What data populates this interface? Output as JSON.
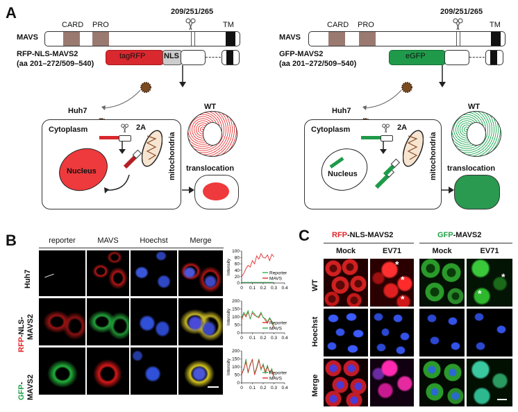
{
  "panel_labels": {
    "a": "A",
    "b": "B",
    "c": "C"
  },
  "panelA": {
    "left": {
      "site_label": "209/251/265",
      "mavs_label": "MAVS",
      "card_label": "CARD",
      "pro_label": "PRO",
      "tm_label": "TM",
      "construct_name": "RFP-NLS-MAVS2",
      "construct_range": "(aa 201–272/509–540)",
      "fp_label": "tagRFP",
      "nls_label": "NLS",
      "cell_line": "Huh7",
      "cytoplasm": "Cytoplasm",
      "cleave_label": "2A",
      "mito_label": "mitochondria",
      "nucleus": "Nucleus",
      "wt_label": "WT",
      "transloc_label": "translocation",
      "fp_color": "#d9282e"
    },
    "right": {
      "site_label": "209/251/265",
      "mavs_label": "MAVS",
      "card_label": "CARD",
      "pro_label": "PRO",
      "tm_label": "TM",
      "construct_name": "GFP-MAVS2",
      "construct_range": "(aa 201–272/509–540)",
      "fp_label": "eGFP",
      "cell_line": "Huh7",
      "cytoplasm": "Cytoplasm",
      "cleave_label": "2A",
      "mito_label": "mitochondria",
      "nucleus": "Nucleus",
      "wt_label": "WT",
      "transloc_label": "translocation",
      "fp_color": "#1f9a4a"
    }
  },
  "panelB": {
    "columns": [
      "reporter",
      "MAVS",
      "Hoechst",
      "Merge"
    ],
    "rows": [
      {
        "label": "Huh7",
        "label_prefix": "",
        "label_suffix": "Huh7"
      },
      {
        "label": "RFP-NLS-MAVS2",
        "label_prefix": "RFP",
        "label_suffix": "-NLS-",
        "label_line2": "MAVS2"
      },
      {
        "label": "GFP-MAVS2",
        "label_prefix": "GFP",
        "label_suffix": "-",
        "label_line2": "MAVS2"
      }
    ],
    "charts": [
      {
        "chart_data": {
          "type": "line",
          "ylabel": "Intensity",
          "xticks": [
            "0",
            "0.1",
            "0.2",
            "0.3",
            "0.4"
          ],
          "yticks": [
            "0",
            "20",
            "40",
            "60",
            "80",
            "100"
          ],
          "xlim": [
            0,
            0.4
          ],
          "ylim": [
            0,
            100
          ],
          "legend": [
            "Reporter",
            "MAVS"
          ],
          "series": [
            {
              "name": "Reporter",
              "color": "#2ab24b",
              "x": [
                0,
                0.03,
                0.06,
                0.09,
                0.12,
                0.15,
                0.18,
                0.21,
                0.24,
                0.27,
                0.3
              ],
              "y": [
                2,
                2,
                2,
                2,
                2,
                2,
                2,
                2,
                2,
                2,
                2
              ]
            },
            {
              "name": "MAVS",
              "color": "#e02a2a",
              "x": [
                0,
                0.02,
                0.04,
                0.06,
                0.08,
                0.1,
                0.12,
                0.14,
                0.16,
                0.18,
                0.2,
                0.22,
                0.24,
                0.26,
                0.28,
                0.3
              ],
              "y": [
                20,
                30,
                45,
                55,
                50,
                70,
                60,
                85,
                75,
                92,
                80,
                78,
                88,
                70,
                90,
                82
              ]
            }
          ]
        }
      },
      {
        "chart_data": {
          "type": "line",
          "ylabel": "Intensity",
          "xticks": [
            "0",
            "0.1",
            "0.2",
            "0.3",
            "0.4"
          ],
          "yticks": [
            "0",
            "50",
            "100",
            "150",
            "200"
          ],
          "xlim": [
            0,
            0.4
          ],
          "ylim": [
            0,
            200
          ],
          "legend": [
            "Reporter",
            "MAVS"
          ],
          "series": [
            {
              "name": "Reporter",
              "color": "#e02a2a",
              "x": [
                0,
                0.02,
                0.04,
                0.06,
                0.08,
                0.1,
                0.12,
                0.14,
                0.16,
                0.18,
                0.2,
                0.22,
                0.24,
                0.26,
                0.28,
                0.3
              ],
              "y": [
                80,
                120,
                100,
                130,
                90,
                125,
                110,
                105,
                95,
                120,
                100,
                80,
                60,
                90,
                70,
                30
              ]
            },
            {
              "name": "MAVS",
              "color": "#2ab24b",
              "x": [
                0,
                0.02,
                0.04,
                0.06,
                0.08,
                0.1,
                0.12,
                0.14,
                0.16,
                0.18,
                0.2,
                0.22,
                0.24,
                0.26,
                0.28,
                0.3
              ],
              "y": [
                90,
                130,
                110,
                140,
                85,
                135,
                120,
                100,
                105,
                130,
                95,
                90,
                70,
                95,
                75,
                40
              ]
            }
          ]
        }
      },
      {
        "chart_data": {
          "type": "line",
          "ylabel": "Intensity",
          "xticks": [
            "0",
            "0.1",
            "0.2",
            "0.3",
            "0.4"
          ],
          "yticks": [
            "0",
            "50",
            "100",
            "150",
            "200"
          ],
          "xlim": [
            0,
            0.4
          ],
          "ylim": [
            0,
            200
          ],
          "legend": [
            "Reporter",
            "MAVS"
          ],
          "series": [
            {
              "name": "Reporter",
              "color": "#2ab24b",
              "x": [
                0,
                0.02,
                0.04,
                0.06,
                0.08,
                0.1,
                0.12,
                0.14,
                0.16,
                0.18,
                0.2,
                0.22,
                0.24,
                0.26,
                0.28,
                0.3
              ],
              "y": [
                60,
                80,
                150,
                60,
                120,
                140,
                60,
                100,
                150,
                80,
                120,
                70,
                110,
                60,
                90,
                40
              ]
            },
            {
              "name": "MAVS",
              "color": "#e02a2a",
              "x": [
                0,
                0.02,
                0.04,
                0.06,
                0.08,
                0.1,
                0.12,
                0.14,
                0.16,
                0.18,
                0.2,
                0.22,
                0.24,
                0.26,
                0.28,
                0.3
              ],
              "y": [
                50,
                90,
                130,
                70,
                110,
                150,
                50,
                90,
                140,
                90,
                110,
                60,
                100,
                70,
                80,
                30
              ]
            }
          ]
        }
      }
    ]
  },
  "panelC": {
    "groups": [
      {
        "prefix": "RFP",
        "suffix": "-NLS-MAVS2",
        "color": "#e0242a"
      },
      {
        "prefix": "GFP",
        "suffix": "-MAVS2",
        "color": "#1fa348"
      }
    ],
    "columns": [
      "Mock",
      "EV71",
      "Mock",
      "EV71"
    ],
    "rows": [
      "WT",
      "Hoechst",
      "Merge"
    ],
    "asterisk": "*"
  }
}
